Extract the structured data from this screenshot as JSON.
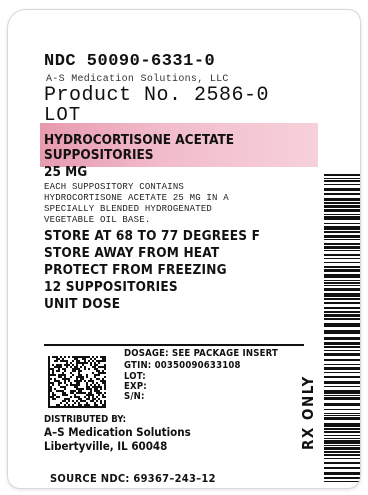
{
  "header": {
    "ndc": "NDC 50090-6331-0",
    "manufacturer": "A-S Medication Solutions, LLC",
    "product_no": "Product No. 2586-0",
    "lot": "LOT"
  },
  "drug": {
    "name_line1": "HYDROCORTISONE ACETATE",
    "name_line2": "SUPPOSITORIES",
    "strength": "25 MG"
  },
  "description": [
    "EACH SUPPOSITORY CONTAINS",
    "HYDROCORTISONE ACETATE 25 MG IN A",
    "SPECIALLY BLENDED HYDROGENATED",
    "VEGETABLE OIL BASE."
  ],
  "storage": [
    "STORE AT 68 TO 77 DEGREES F",
    "STORE AWAY FROM HEAT",
    "PROTECT FROM FREEZING",
    "12 SUPPOSITORIES",
    "UNIT DOSE"
  ],
  "codes": {
    "dosage": "DOSAGE: SEE PACKAGE INSERT",
    "gtin": "GTIN:  00350090633108",
    "lot": "LOT:",
    "exp": "EXP:",
    "sn": "S/N:"
  },
  "distributor": {
    "heading": "DISTRIBUTED BY:",
    "name": "A–S Medication Solutions",
    "city": "Libertyville, IL  60048"
  },
  "source_ndc": "SOURCE NDC: 69367–243–12",
  "rx": "RX ONLY"
}
